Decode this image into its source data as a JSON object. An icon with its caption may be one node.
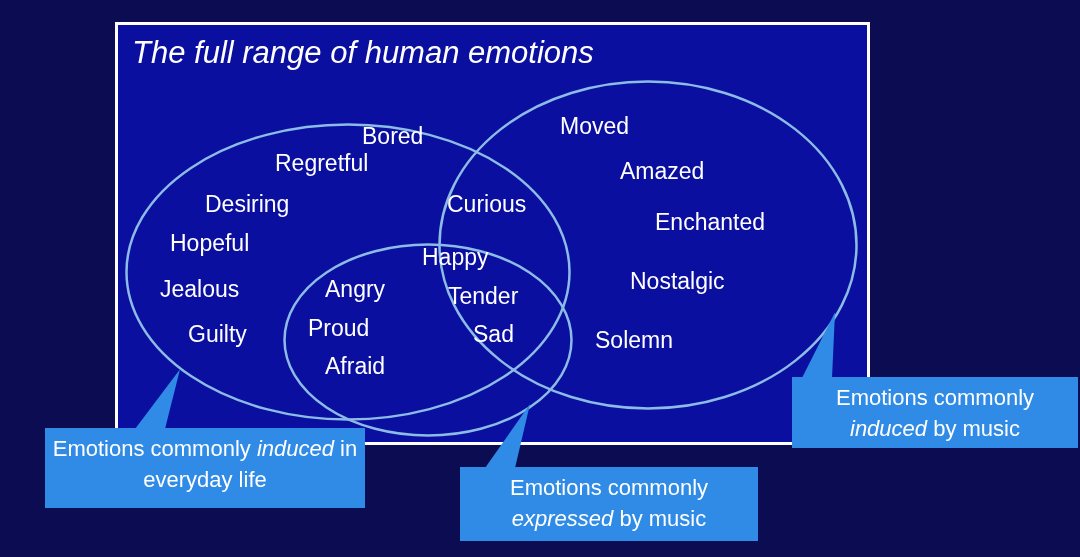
{
  "diagram": {
    "nodes": [
      {
        "text": [
          "The full range of human emotions"
        ]
      },
      {
        "text": [],
        "shape": "ellipse",
        "in": 0
      },
      {
        "text": [],
        "shape": "ellipse",
        "in": 0
      },
      {
        "text": [],
        "shape": "ellipse",
        "in": 0
      },
      {
        "text": [
          "Emotions commonly *induced* in everyday life"
        ]
      },
      {
        "text": [
          "Emotions commonly *expressed* by music"
        ]
      },
      {
        "text": [
          "Emotions commonly *induced* by music"
        ]
      }
    ],
    "edges": [
      {
        "from": 4,
        "to": 1,
        "arrow": "to"
      },
      {
        "from": 5,
        "to": 2,
        "arrow": "to"
      },
      {
        "from": 6,
        "to": 3,
        "arrow": "to"
      }
    ],
    "labels": [
      "Moved",
      "Bored",
      "Amazed",
      "Regretful",
      "Desiring",
      "Curious",
      "Enchanted",
      "Hopeful",
      "Happy",
      "Nostalgic",
      "Jealous",
      "Angry",
      "Tender",
      "Proud",
      "Guilty",
      "Sad",
      "Solemn",
      "Afraid"
    ]
  }
}
